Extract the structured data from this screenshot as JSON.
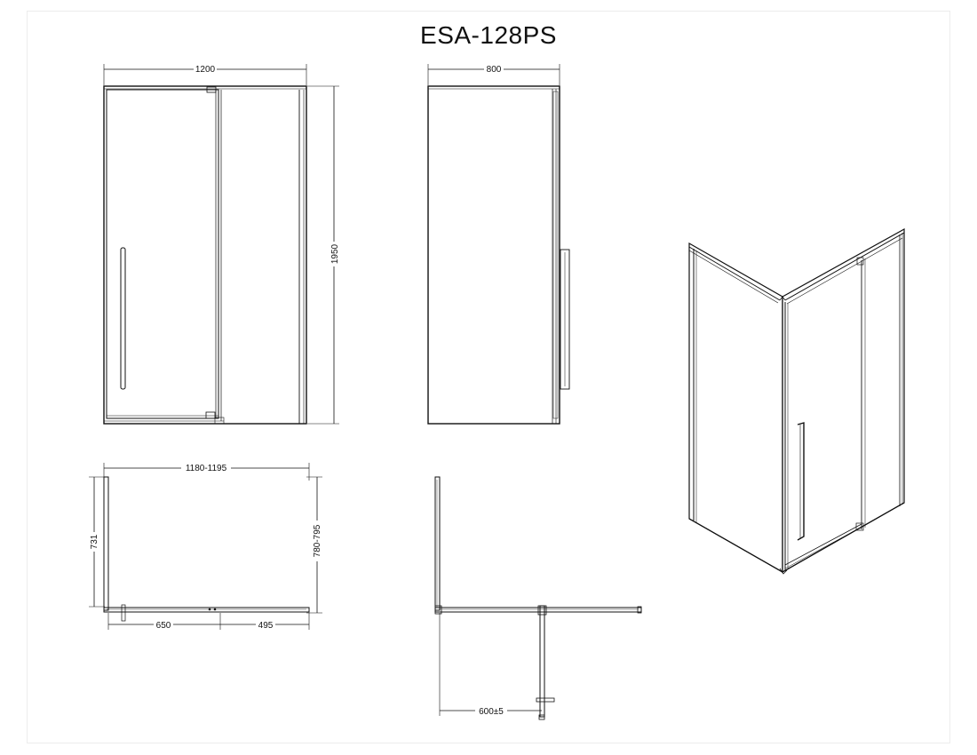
{
  "title": "ESA-128PS",
  "dimensions": {
    "front_width": "1200",
    "side_depth": "800",
    "height": "1950",
    "plan_width": "1180-1195",
    "plan_depth_left": "731",
    "plan_depth_right": "780-795",
    "door_left": "650",
    "door_right": "495",
    "door_swing": "600±5"
  },
  "colors": {
    "line": "#111111",
    "background": "#ffffff"
  }
}
